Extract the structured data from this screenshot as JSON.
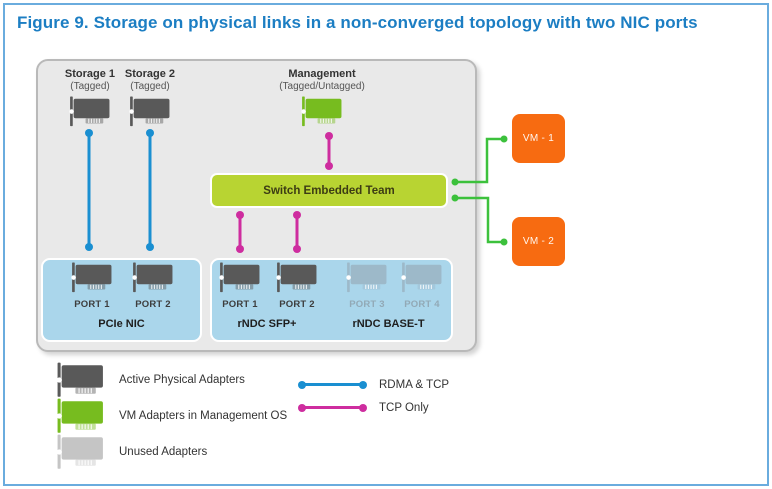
{
  "title": "Figure 9. Storage on physical links in a non-converged topology with two NIC ports",
  "colors": {
    "title_text": "#1C7EC3",
    "frame_border": "#6AACDE",
    "container_bg": "#E9E9E9",
    "switch_green": "#B8D432",
    "port_box_blue": "#AAD6EB",
    "vm_orange": "#F76B11",
    "adapter_active": "#595959",
    "adapter_management": "#77BC1F",
    "adapter_unused": "#C5C5C5",
    "rdma_tcp_line": "#1A8FD1",
    "tcp_only_line": "#CE2D9F",
    "vm_link_line": "#3CC13C"
  },
  "diagram": {
    "nodes": {
      "storage1": {
        "label": "Storage 1",
        "sublabel": "(Tagged)"
      },
      "storage2": {
        "label": "Storage 2",
        "sublabel": "(Tagged)"
      },
      "management": {
        "label": "Management",
        "sublabel": "(Tagged/Untagged)"
      }
    },
    "switch": {
      "label": "Switch Embedded Team"
    },
    "vms": [
      {
        "label": "VM - 1"
      },
      {
        "label": "VM - 2"
      }
    ],
    "nic_groups": {
      "pcie": {
        "label": "PCIe NIC",
        "ports": [
          {
            "label": "PORT 1"
          },
          {
            "label": "PORT 2"
          }
        ]
      },
      "rndc_sfp": {
        "label": "rNDC SFP+",
        "ports": [
          {
            "label": "PORT 1"
          },
          {
            "label": "PORT 2"
          }
        ]
      },
      "rndc_baset": {
        "label": "rNDC BASE-T",
        "ports": [
          {
            "label": "PORT 3"
          },
          {
            "label": "PORT 4"
          }
        ]
      }
    }
  },
  "legend": {
    "adapters": [
      {
        "label": "Active Physical Adapters",
        "type": "active"
      },
      {
        "label": "VM Adapters in Management OS",
        "type": "management"
      },
      {
        "label": "Unused Adapters",
        "type": "unused"
      }
    ],
    "lines": [
      {
        "label": "RDMA & TCP",
        "color": "#1A8FD1"
      },
      {
        "label": "TCP Only",
        "color": "#CE2D9F"
      }
    ]
  }
}
